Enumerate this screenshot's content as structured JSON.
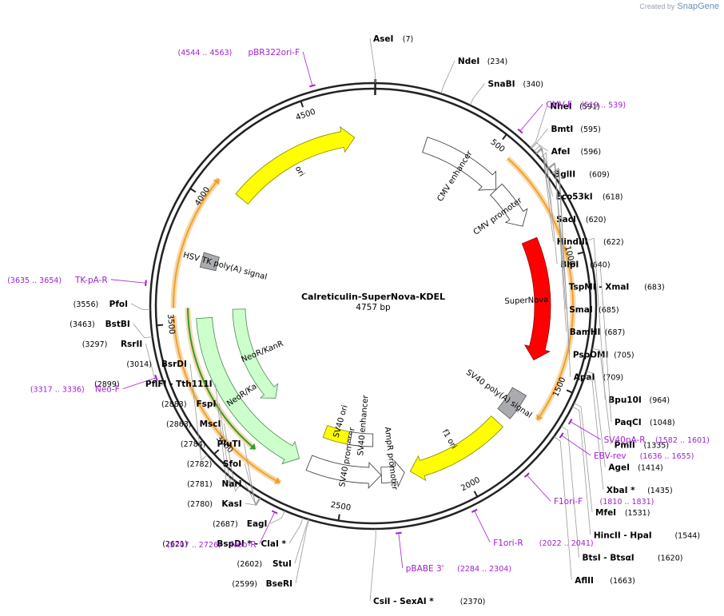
{
  "watermark": {
    "prefix": "Created by",
    "brand": "SnapGene"
  },
  "plasmid": {
    "name": "Calreticulin-SuperNova-KDEL",
    "length_label": "4757 bp",
    "length": 4757
  },
  "ticks": [
    500,
    1000,
    1500,
    2000,
    2500,
    3000,
    3500,
    4000,
    4500
  ],
  "features": [
    {
      "name": "CMV enhancer",
      "start": 235,
      "end": 614,
      "dir": 1,
      "fill": "#ffffff",
      "stroke": "#333333",
      "ring": "inner",
      "kind": "arrow"
    },
    {
      "name": "CMV promoter",
      "start": 615,
      "end": 818,
      "dir": 1,
      "fill": "#ffffff",
      "stroke": "#333333",
      "ring": "inner",
      "kind": "arrow"
    },
    {
      "name": "SuperNova",
      "start": 889,
      "end": 1435,
      "dir": 1,
      "fill": "#ff0000",
      "stroke": "#8b0000",
      "ring": "inner",
      "kind": "arrow"
    },
    {
      "name": "SV40 poly(A) signal",
      "start": 1590,
      "end": 1711,
      "dir": 0,
      "fill": "#a9abae",
      "stroke": "#555555",
      "ring": "inner",
      "kind": "box"
    },
    {
      "name": "f1 ori",
      "start": 1757,
      "end": 2212,
      "dir": 1,
      "fill": "#ffff00",
      "stroke": "#888800",
      "ring": "inner",
      "kind": "arrow"
    },
    {
      "name": "AmpR promoter",
      "start": 2238,
      "end": 2342,
      "dir": -1,
      "fill": "#ffffff",
      "stroke": "#333333",
      "ring": "inner",
      "kind": "arrow"
    },
    {
      "name": "SV40 promoter",
      "start": 2343,
      "end": 2672,
      "dir": -1,
      "fill": "#ffffff",
      "stroke": "#333333",
      "ring": "inner",
      "kind": "arrow"
    },
    {
      "name": "SV40 ori",
      "start": 2520,
      "end": 2655,
      "dir": 0,
      "fill": "#ffff00",
      "stroke": "#888800",
      "ring": "inner2",
      "kind": "box"
    },
    {
      "name": "SV40 enhancer",
      "start": 2380,
      "end": 2505,
      "dir": 0,
      "fill": "#ffffff",
      "stroke": "#333333",
      "ring": "inner2",
      "kind": "box"
    },
    {
      "name": "NeoR/KanR",
      "start": 2720,
      "end": 3514,
      "dir": -1,
      "fill": "#ccffcc",
      "stroke": "#4a8a4a",
      "ring": "inner",
      "kind": "arrow"
    },
    {
      "name": "NeoR/KanR",
      "start": 2995,
      "end": 3550,
      "dir": -1,
      "fill": "#ccffcc",
      "stroke": "#4a8a4a",
      "ring": "inner2",
      "kind": "arrow"
    },
    {
      "name": "HSV TK poly(A) signal",
      "start": 3735,
      "end": 3800,
      "dir": 0,
      "fill": "#a9abae",
      "stroke": "#555555",
      "ring": "inner",
      "kind": "box"
    },
    {
      "name": "ori",
      "start": 4085,
      "end": 4674,
      "dir": 1,
      "fill": "#ffff00",
      "stroke": "#888800",
      "ring": "inner",
      "kind": "arrow"
    }
  ],
  "orfs": [
    {
      "start": 560,
      "end": 1650,
      "dir": 1,
      "color": "#f0a030"
    },
    {
      "start": 2745,
      "end": 3530,
      "dir": -1,
      "color": "#f0a030"
    },
    {
      "start": 3560,
      "end": 4090,
      "dir": 1,
      "color": "#f0a030"
    },
    {
      "start": 2900,
      "end": 3560,
      "dir": -1,
      "color": "#2e9a2e"
    }
  ],
  "right_sites": [
    {
      "name": "AseI",
      "pos": 7,
      "label": "(7)"
    },
    {
      "name": "NdeI",
      "pos": 234,
      "label": "(234)"
    },
    {
      "name": "SnaBI",
      "pos": 340,
      "label": "(340)"
    },
    {
      "name": "NheI",
      "pos": 591,
      "label": "(591)"
    },
    {
      "name": "BmtI",
      "pos": 595,
      "label": "(595)"
    },
    {
      "name": "AfeI",
      "pos": 596,
      "label": "(596)"
    },
    {
      "name": "BglII",
      "pos": 609,
      "label": "(609)"
    },
    {
      "name": "Eco53kI",
      "pos": 618,
      "label": "(618)"
    },
    {
      "name": "SacI",
      "pos": 620,
      "label": "(620)"
    },
    {
      "name": "HindIII",
      "pos": 622,
      "label": "(622)"
    },
    {
      "name": "BlpI",
      "pos": 640,
      "label": "(640)"
    },
    {
      "name": "TspMI - XmaI",
      "pos": 683,
      "label": "(683)"
    },
    {
      "name": "SmaI",
      "pos": 685,
      "label": "(685)"
    },
    {
      "name": "BamHI",
      "pos": 687,
      "label": "(687)"
    },
    {
      "name": "PspOMI",
      "pos": 705,
      "label": "(705)"
    },
    {
      "name": "ApaI",
      "pos": 709,
      "label": "(709)"
    },
    {
      "name": "Bpu10I",
      "pos": 964,
      "label": "(964)"
    },
    {
      "name": "PaqCI",
      "pos": 1048,
      "label": "(1048)"
    },
    {
      "name": "PmlI",
      "pos": 1335,
      "label": "(1335)"
    },
    {
      "name": "AgeI",
      "pos": 1414,
      "label": "(1414)"
    },
    {
      "name": "XbaI *",
      "pos": 1435,
      "label": "(1435)"
    },
    {
      "name": "MfeI",
      "pos": 1531,
      "label": "(1531)"
    },
    {
      "name": "HincII - HpaI",
      "pos": 1544,
      "label": "(1544)"
    },
    {
      "name": "BtsI - BtsαI",
      "pos": 1620,
      "label": "(1620)"
    },
    {
      "name": "AflII",
      "pos": 1663,
      "label": "(1663)"
    },
    {
      "name": "CsiI - SexAI *",
      "pos": 2370,
      "label": "(2370)"
    }
  ],
  "left_sites": [
    {
      "name": "PfoI",
      "pos": 3556,
      "label": "(3556)"
    },
    {
      "name": "BstBI",
      "pos": 3463,
      "label": "(3463)"
    },
    {
      "name": "RsrII",
      "pos": 3297,
      "label": "(3297)"
    },
    {
      "name": "BsrDI",
      "pos": 3014,
      "label": "(3014)"
    },
    {
      "name": "PflFI - Tth111I",
      "pos": 2899,
      "label": "(2899)"
    },
    {
      "name": "FspI",
      "pos": 2883,
      "label": "(2883)"
    },
    {
      "name": "MscI",
      "pos": 2863,
      "label": "(2863)"
    },
    {
      "name": "PluTI",
      "pos": 2784,
      "label": "(2784)"
    },
    {
      "name": "SfoI",
      "pos": 2782,
      "label": "(2782)"
    },
    {
      "name": "NarI",
      "pos": 2781,
      "label": "(2781)"
    },
    {
      "name": "KasI",
      "pos": 2780,
      "label": "(2780)"
    },
    {
      "name": "EagI",
      "pos": 2687,
      "label": "(2687)"
    },
    {
      "name": "BspDI * - ClaI *",
      "pos": 2621,
      "label": "(2621)"
    },
    {
      "name": "StuI",
      "pos": 2602,
      "label": "(2602)"
    },
    {
      "name": "BseRI",
      "pos": 2599,
      "label": "(2599)"
    }
  ],
  "primers": [
    {
      "name": "pBR322ori-F",
      "label": "(4544 .. 4563)",
      "pos": 4553,
      "side": "left"
    },
    {
      "name": "CMV-F",
      "label": "(519 .. 539)",
      "pos": 529,
      "side": "right"
    },
    {
      "name": "TK-pA-R",
      "label": "(3635 .. 3654)",
      "pos": 3644,
      "side": "left"
    },
    {
      "name": "Neo-F",
      "label": "(3317 .. 3336)",
      "pos": 3326,
      "side": "left"
    },
    {
      "name": "Neo-R",
      "label": "(2707 .. 2726)",
      "pos": 2716,
      "side": "left"
    },
    {
      "name": "SV40pA-R",
      "label": "(1582 .. 1601)",
      "pos": 1591,
      "side": "right"
    },
    {
      "name": "EBV-rev",
      "label": "(1636 .. 1655)",
      "pos": 1645,
      "side": "right"
    },
    {
      "name": "F1ori-F",
      "label": "(1810 .. 1831)",
      "pos": 1820,
      "side": "right"
    },
    {
      "name": "F1ori-R",
      "label": "(2022 .. 2041)",
      "pos": 2031,
      "side": "right"
    },
    {
      "name": "pBABE 3'",
      "label": "(2284 .. 2304)",
      "pos": 2294,
      "side": "right"
    }
  ]
}
